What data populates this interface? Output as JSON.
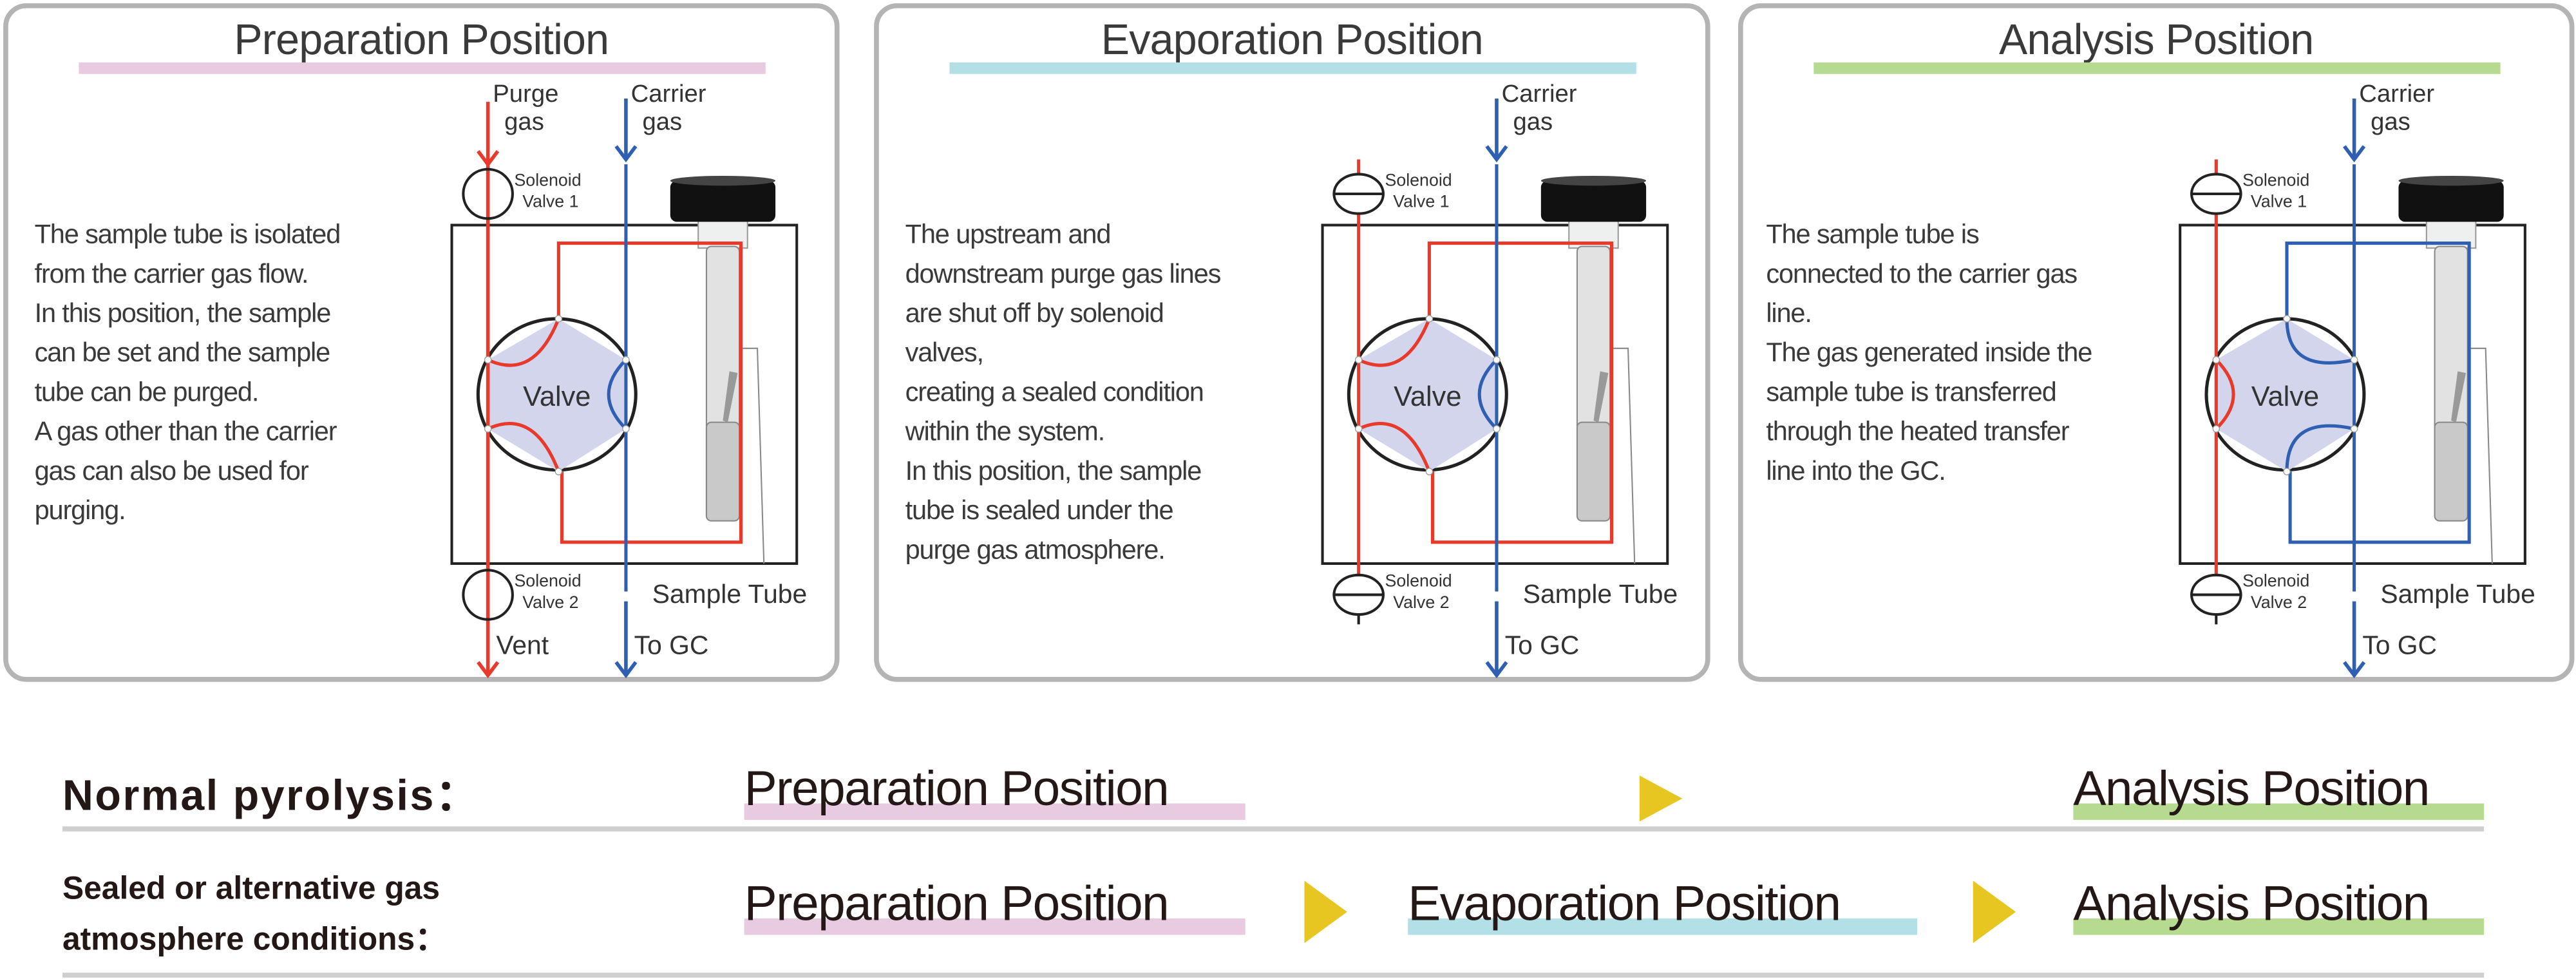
{
  "colors": {
    "purge_red": "#e8392b",
    "carrier_blue": "#2f5fb3",
    "valve_fill": "#d2d5ec",
    "preparation_pink": "#e8cbe0",
    "evaporation_cyan": "#b3e0e6",
    "analysis_green": "#b6da90",
    "arrow_yellow": "#e8c621"
  },
  "panels": [
    {
      "title": "Preparation Position",
      "description_lines": [
        "The sample tube is isolated",
        "from the carrier gas flow.",
        "In this position, the sample",
        "can be set and the sample",
        "tube can be purged.",
        "A gas other than the carrier",
        "gas can also be used for",
        "purging."
      ],
      "labels": {
        "purge_gas": [
          "Purge",
          "gas"
        ],
        "carrier_gas": [
          "Carrier",
          "gas"
        ],
        "solenoid_valve_1": [
          "Solenoid",
          "Valve 1"
        ],
        "solenoid_valve_2": [
          "Solenoid",
          "Valve 2"
        ],
        "valve": "Valve",
        "sample_tube": "Sample Tube",
        "vent": "Vent",
        "to_gc": "To GC"
      }
    },
    {
      "title": "Evaporation Position",
      "description_lines": [
        "The upstream and",
        "downstream purge gas lines",
        "are shut off by solenoid",
        "valves,",
        "creating a sealed condition",
        "within the system.",
        "In this position, the sample",
        "tube is sealed under the",
        "purge gas atmosphere."
      ],
      "labels": {
        "carrier_gas": [
          "Carrier",
          "gas"
        ],
        "solenoid_valve_1": [
          "Solenoid",
          "Valve 1"
        ],
        "solenoid_valve_2": [
          "Solenoid",
          "Valve 2"
        ],
        "valve": "Valve",
        "sample_tube": "Sample Tube",
        "to_gc": "To GC"
      }
    },
    {
      "title": "Analysis Position",
      "description_lines": [
        "The sample tube is",
        "connected to the carrier gas",
        "line.",
        "The gas generated inside the",
        "sample tube is transferred",
        "through the heated transfer",
        "line into the GC."
      ],
      "labels": {
        "carrier_gas": [
          "Carrier",
          "gas"
        ],
        "solenoid_valve_1": [
          "Solenoid",
          "Valve 1"
        ],
        "solenoid_valve_2": [
          "Solenoid",
          "Valve 2"
        ],
        "valve": "Valve",
        "sample_tube": "Sample Tube",
        "to_gc": "To GC"
      }
    }
  ],
  "sequences": [
    {
      "label_lines": [
        "Normal pyrolysis："
      ],
      "steps": [
        "Preparation Position",
        "Analysis Position"
      ]
    },
    {
      "label_lines": [
        "Sealed or alternative gas",
        "atmosphere conditions："
      ],
      "steps": [
        "Preparation Position",
        "Evaporation Position",
        "Analysis Position"
      ]
    }
  ]
}
